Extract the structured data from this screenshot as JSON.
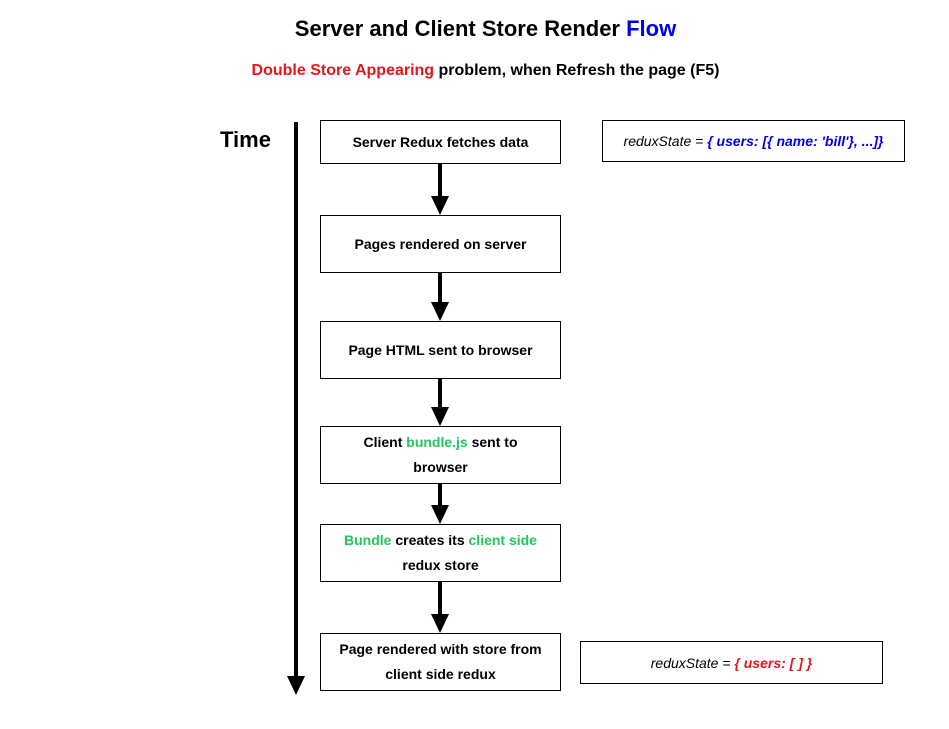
{
  "header": {
    "title_main": "Server and Client Store Render ",
    "title_accent": "Flow",
    "subtitle_red": "Double Store Appearing",
    "subtitle_rest": " problem,  when Refresh the page (F5)"
  },
  "timeline": {
    "label": "Time"
  },
  "steps": [
    {
      "text": "Server Redux fetches data"
    },
    {
      "text": "Pages rendered on server"
    },
    {
      "text": "Page HTML sent to browser"
    },
    {
      "pre": "Client ",
      "green": "bundle.js",
      "post": " sent to browser"
    },
    {
      "green1": "Bundle",
      "mid": " creates its ",
      "green2": "client side",
      "post": " redux store"
    },
    {
      "text": "Page rendered with store from client side redux"
    }
  ],
  "states": [
    {
      "key": "reduxState = ",
      "value": "{ users: [{ name: 'bill'}, ...]}",
      "value_color": "#0000ee"
    },
    {
      "key": "reduxState = ",
      "value": "{ users: [ ] }",
      "value_color": "#e8141c"
    }
  ],
  "colors": {
    "accent_blue": "#0000ee",
    "problem_red": "#e8141c",
    "bundle_green": "#22c55e"
  }
}
